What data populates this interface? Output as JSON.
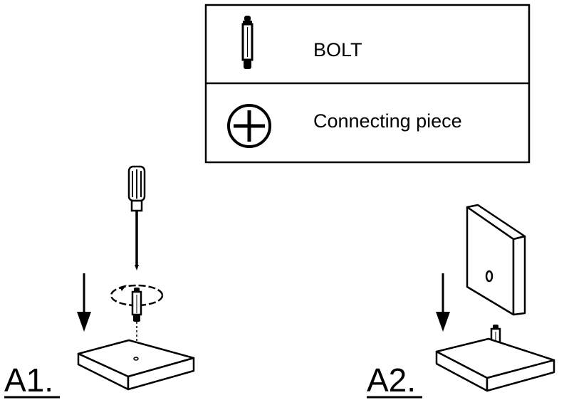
{
  "legend": {
    "items": [
      {
        "icon": "bolt-icon",
        "label": "BOLT"
      },
      {
        "icon": "connecting-piece-icon",
        "label": "Connecting piece"
      }
    ]
  },
  "steps": [
    {
      "label": "A1."
    },
    {
      "label": "A2."
    }
  ],
  "colors": {
    "ink": "#000000",
    "paper": "#ffffff"
  }
}
